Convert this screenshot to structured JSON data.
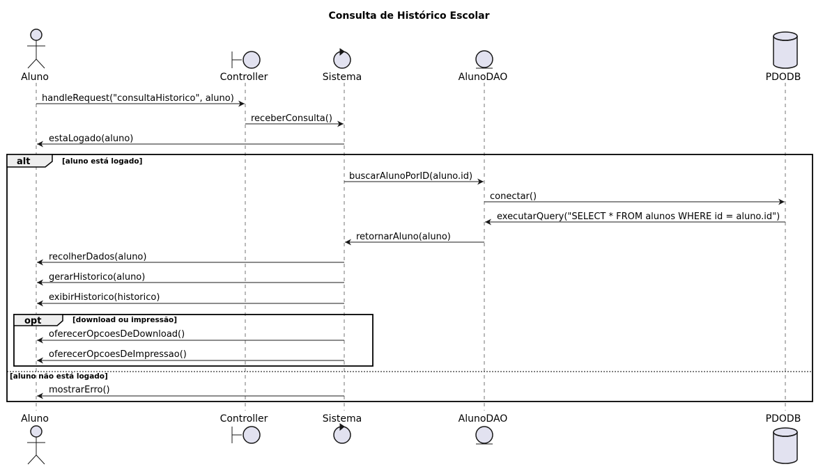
{
  "diagram": {
    "title": "Consulta de Histórico Escolar",
    "participants": [
      {
        "name": "Aluno",
        "kind": "actor"
      },
      {
        "name": "Controller",
        "kind": "boundary"
      },
      {
        "name": "Sistema",
        "kind": "control"
      },
      {
        "name": "AlunoDAO",
        "kind": "entity"
      },
      {
        "name": "PDODB",
        "kind": "database"
      }
    ],
    "messages": [
      {
        "text": "handleRequest(\"consultaHistorico\", aluno)",
        "from": "Aluno",
        "to": "Controller"
      },
      {
        "text": "receberConsulta()",
        "from": "Controller",
        "to": "Sistema"
      },
      {
        "text": "estaLogado(aluno)",
        "from": "Sistema",
        "to": "Aluno"
      },
      {
        "text": "buscarAlunoPorID(aluno.id)",
        "from": "Sistema",
        "to": "AlunoDAO"
      },
      {
        "text": "conectar()",
        "from": "AlunoDAO",
        "to": "PDODB"
      },
      {
        "text": "executarQuery(\"SELECT * FROM alunos WHERE id = aluno.id\")",
        "from": "PDODB",
        "to": "AlunoDAO"
      },
      {
        "text": "retornarAluno(aluno)",
        "from": "AlunoDAO",
        "to": "Sistema"
      },
      {
        "text": "recolherDados(aluno)",
        "from": "Sistema",
        "to": "Aluno"
      },
      {
        "text": "gerarHistorico(aluno)",
        "from": "Sistema",
        "to": "Aluno"
      },
      {
        "text": "exibirHistorico(historico)",
        "from": "Sistema",
        "to": "Aluno"
      },
      {
        "text": "oferecerOpcoesDeDownload()",
        "from": "Sistema",
        "to": "Aluno"
      },
      {
        "text": "oferecerOpcoesDeImpressao()",
        "from": "Sistema",
        "to": "Aluno"
      },
      {
        "text": "mostrarErro()",
        "from": "Sistema",
        "to": "Aluno"
      }
    ],
    "fragments": {
      "alt": {
        "keyword": "alt",
        "guard": "[aluno está logado]",
        "else_guard": "[aluno não está logado]"
      },
      "opt": {
        "keyword": "opt",
        "guard": "[download ou impressão]"
      }
    },
    "colors": {
      "participant_fill": "#e2e2f0",
      "line": "#181818"
    }
  }
}
